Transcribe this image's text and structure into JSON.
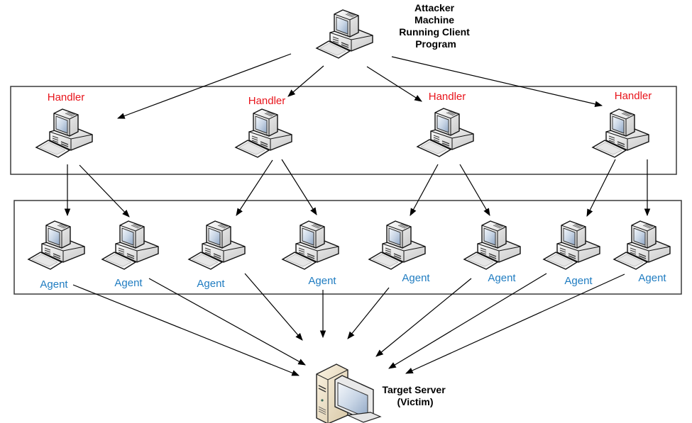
{
  "diagram": {
    "title": "DDoS attack architecture",
    "colors": {
      "handler_label": "#e8141b",
      "agent_label": "#1f7cc1",
      "line": "#000000",
      "box_border": "#3a3a3a"
    },
    "attacker": {
      "label_lines": [
        "Attacker",
        "Machine",
        "Running Client",
        "Program"
      ],
      "icon": "desktop-computer-icon"
    },
    "handlers": [
      {
        "label": "Handler",
        "icon": "desktop-computer-icon"
      },
      {
        "label": "Handler",
        "icon": "desktop-computer-icon"
      },
      {
        "label": "Handler",
        "icon": "desktop-computer-icon"
      },
      {
        "label": "Handler",
        "icon": "desktop-computer-icon"
      }
    ],
    "agents": [
      {
        "label": "Agent",
        "icon": "desktop-computer-icon"
      },
      {
        "label": "Agent",
        "icon": "desktop-computer-icon"
      },
      {
        "label": "Agent",
        "icon": "desktop-computer-icon"
      },
      {
        "label": "Agent",
        "icon": "desktop-computer-icon"
      },
      {
        "label": "Agent",
        "icon": "desktop-computer-icon"
      },
      {
        "label": "Agent",
        "icon": "desktop-computer-icon"
      },
      {
        "label": "Agent",
        "icon": "desktop-computer-icon"
      },
      {
        "label": "Agent",
        "icon": "desktop-computer-icon"
      }
    ],
    "target": {
      "label_lines": [
        "Target Server",
        "(Victim)"
      ],
      "icon": "server-computer-icon"
    },
    "edges": {
      "attacker_to_handlers": [
        0,
        1,
        2,
        3
      ],
      "handler_to_agents": [
        [
          0,
          [
            0,
            1
          ]
        ],
        [
          1,
          [
            2,
            3
          ]
        ],
        [
          2,
          [
            4,
            5
          ]
        ],
        [
          3,
          [
            6,
            7
          ]
        ]
      ],
      "agents_to_target": [
        0,
        1,
        2,
        3,
        4,
        5,
        6,
        7
      ]
    }
  }
}
